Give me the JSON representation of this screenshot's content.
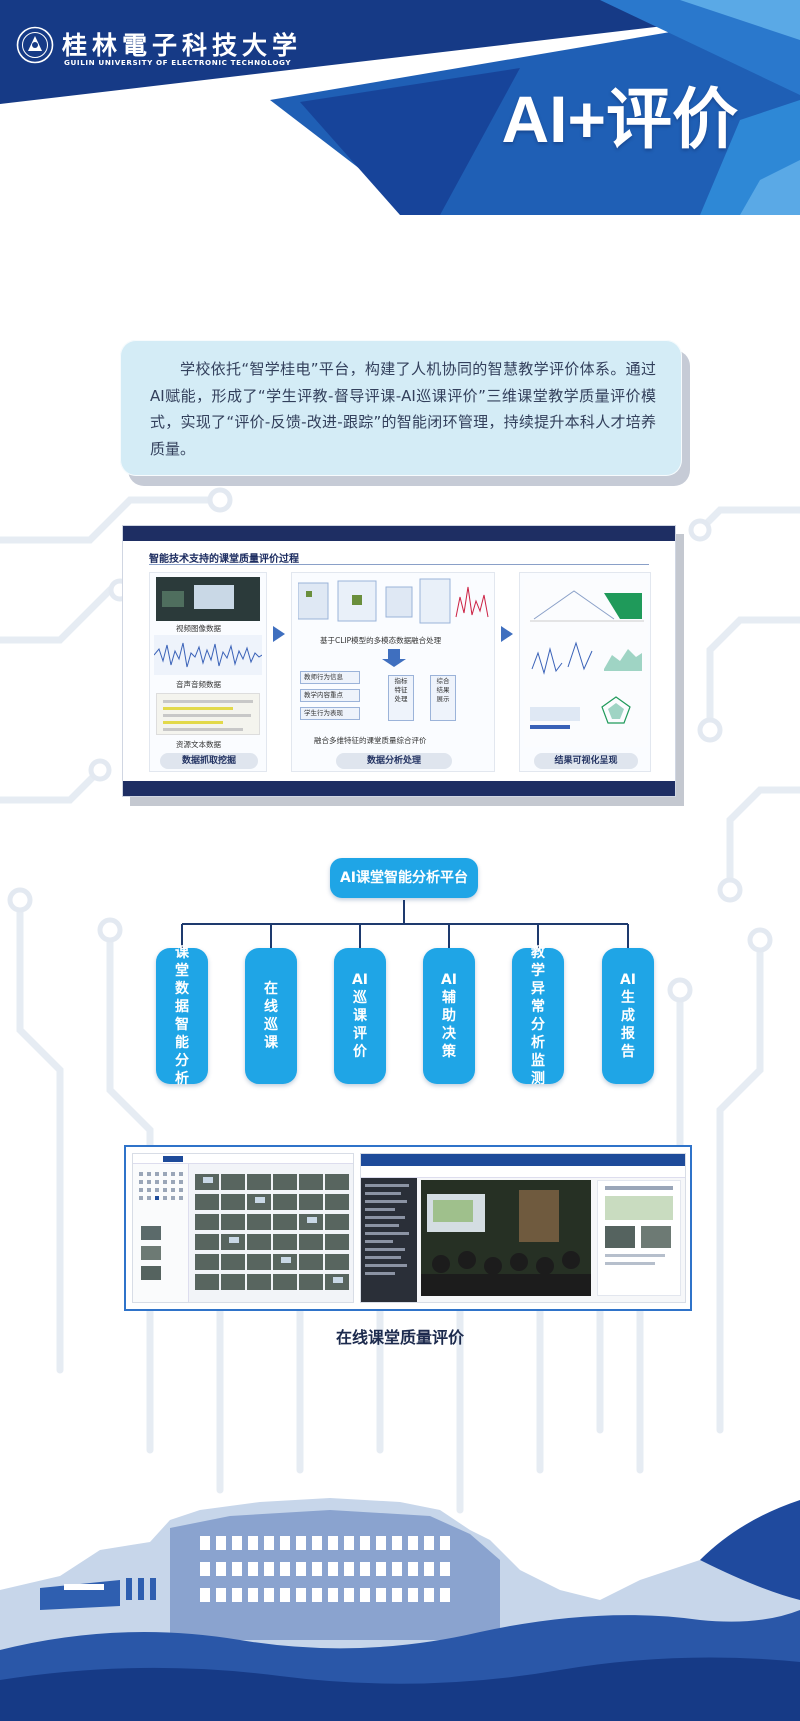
{
  "header": {
    "university_cn": "桂林電子科技大学",
    "university_en": "GUILIN UNIVERSITY OF ELECTRONIC TECHNOLOGY",
    "title": "AI+评价",
    "colors": {
      "dark": "#163a86",
      "mid": "#1f5fb5",
      "light": "#5aa9e6"
    }
  },
  "intro": {
    "text": "学校依托“智学桂电”平台，构建了人机协同的智慧教学评价体系。通过AI赋能，形成了“学生评教-督导评课-AI巡课评价”三维课堂教学质量评价模式，实现了“评价-反馈-改进-跟踪”的智能闭环管理，持续提升本科人才培养质量。"
  },
  "process": {
    "title": "智能技术支持的课堂质量评价过程",
    "col1": {
      "items": [
        "视频图像数据",
        "音声音频数据",
        "资源文本数据"
      ],
      "label": "数据抓取挖掘"
    },
    "col2": {
      "caption": "基于CLIP模型的多模态数据融合处理",
      "boxes": [
        "教师行为信息",
        "教学内容重点",
        "学生行为表现"
      ],
      "mid_box": "指标特征处理",
      "right_box": "综合结果展示",
      "caption2": "融合多维特征的课堂质量综合评价",
      "label": "数据分析处理"
    },
    "col3": {
      "label": "结果可视化呈现"
    }
  },
  "platform": {
    "root": "AI课堂智能分析平台",
    "leaves": [
      "课堂数据智能分析",
      "在线巡课",
      "AI巡课评价",
      "AI辅助决策",
      "教学异常分析监测",
      "AI生成报告"
    ],
    "color": "#1fa5e6"
  },
  "screenshots": {
    "caption": "在线课堂质量评价"
  }
}
